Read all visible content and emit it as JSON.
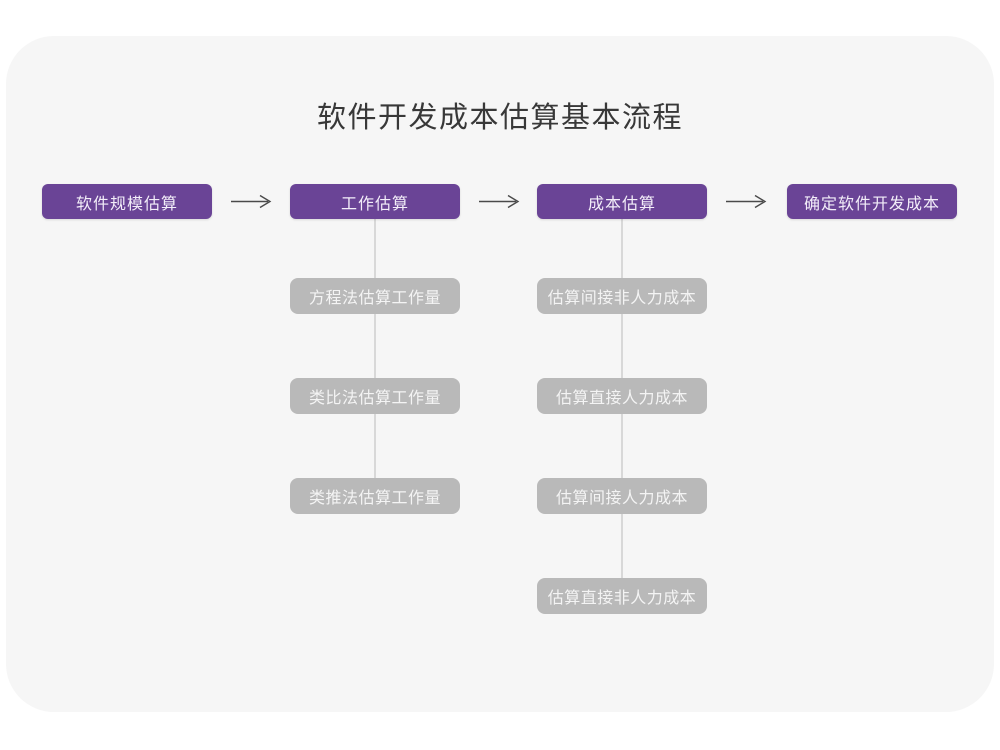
{
  "title": "软件开发成本估算基本流程",
  "colors": {
    "page_background": "#ffffff",
    "card_background": "#f6f6f6",
    "stage_node": "#6a4496",
    "stage_text": "#f3eef9",
    "sub_node": "#b9b9b9",
    "sub_text": "#f4f4f4",
    "connector_line": "#d8d8d8",
    "arrow": "#4a4a4a",
    "title_text": "#383838"
  },
  "flow": {
    "stages": [
      {
        "label": "软件规模估算",
        "children": []
      },
      {
        "label": "工作估算",
        "children": [
          "方程法估算工作量",
          "类比法估算工作量",
          "类推法估算工作量"
        ]
      },
      {
        "label": "成本估算",
        "children": [
          "估算间接非人力成本",
          "估算直接人力成本",
          "估算间接人力成本",
          "估算直接非人力成本"
        ]
      },
      {
        "label": "确定软件开发成本",
        "children": []
      }
    ],
    "arrow_count": 3
  }
}
